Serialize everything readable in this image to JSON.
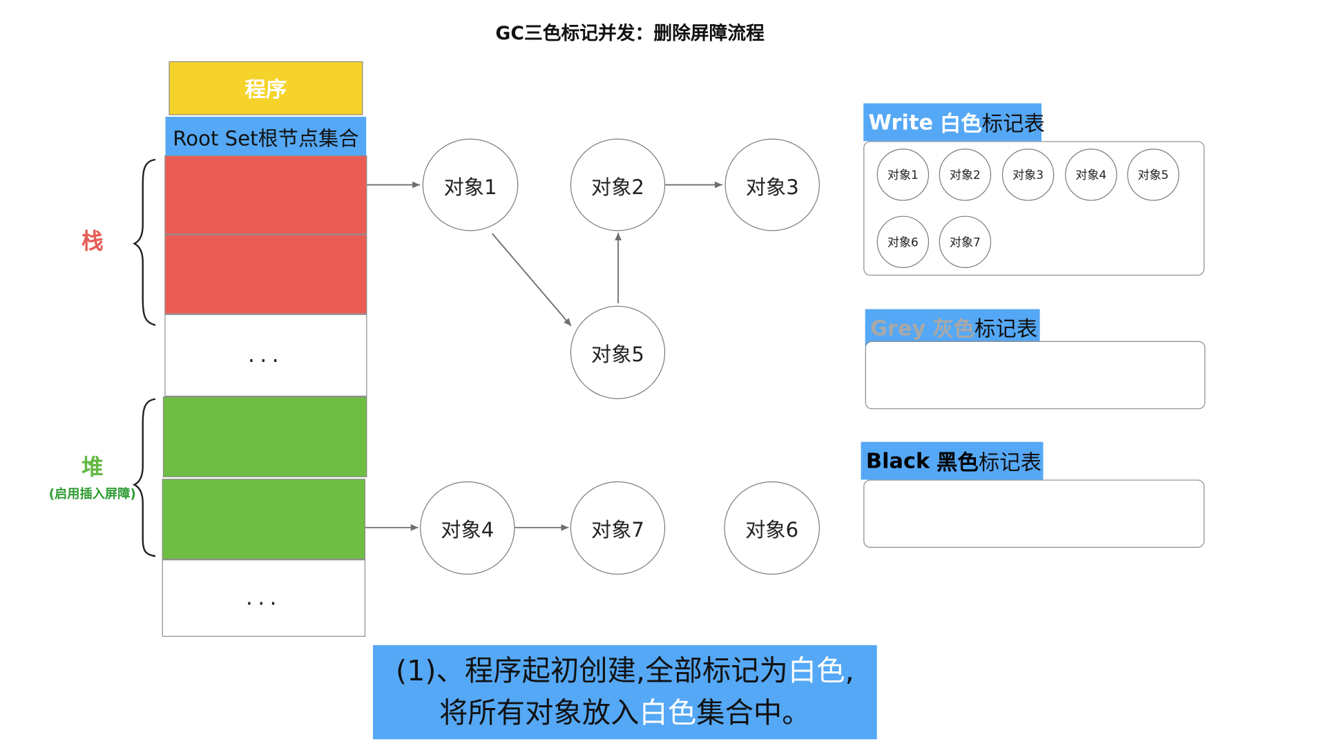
{
  "title": "GC三色标记并发：删除屏障流程",
  "program_label": "程序",
  "root_set_label": "Root Set根节点集合",
  "stack_label": "栈",
  "heap_label": "堆",
  "heap_sublabel": "(启用插入屏障)",
  "ellipsis": "...",
  "nodes": {
    "obj1": "对象1",
    "obj2": "对象2",
    "obj3": "对象3",
    "obj4": "对象4",
    "obj5": "对象5",
    "obj6": "对象6",
    "obj7": "对象7"
  },
  "white_set": {
    "title_en": "Write",
    "title_color": "白色",
    "title_suffix": "标记表",
    "items": [
      "对象1",
      "对象2",
      "对象3",
      "对象4",
      "对象5",
      "对象6",
      "对象7"
    ]
  },
  "grey_set": {
    "title_en": "Grey",
    "title_color": "灰色",
    "title_suffix": "标记表",
    "items": []
  },
  "black_set": {
    "title_en": "Black",
    "title_color": "黑色",
    "title_suffix": "标记表",
    "items": []
  },
  "caption": {
    "line1_a": "(1)、程序起初创建,全部标记为",
    "line1_hl": "白色",
    "line1_b": ",",
    "line2_a": "将所有对象放入",
    "line2_hl": "白色",
    "line2_b": "集合中。"
  },
  "colors": {
    "program": "#f5d32b",
    "root_set": "#55a8f5",
    "stack_block": "#ea5d56",
    "heap_block": "#6fbe44",
    "stack_label": "#e45c55",
    "heap_label": "#63b843",
    "grey_text": "#a8a8a8"
  }
}
